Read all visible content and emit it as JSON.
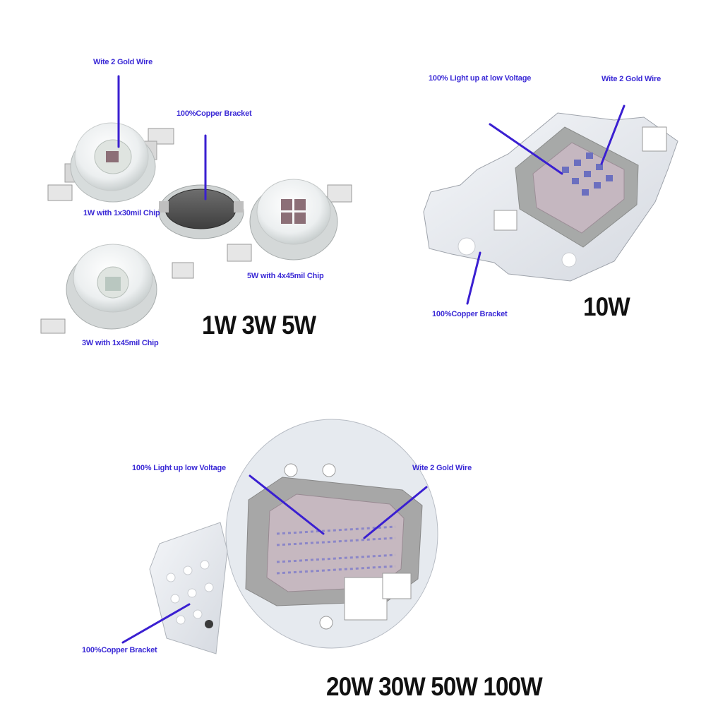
{
  "colors": {
    "callout_text": "#3b2ad6",
    "leader_line": "#3a1fd1",
    "title_text": "#111111",
    "aluminum": "#e3e6ec",
    "gray_frame": "#a9aaa9",
    "chip_blue": "#5a5fb0"
  },
  "groups": {
    "small": {
      "title": "1W 3W 5W",
      "callouts": {
        "gold_wire": "Wite 2 Gold Wire",
        "copper": "100%Copper Bracket",
        "chip_1w": "1W with 1x30mil Chip",
        "chip_5w": "5W with 4x45mil Chip",
        "chip_3w": "3W with 1x45mil Chip"
      }
    },
    "ten": {
      "title": "10W",
      "callouts": {
        "light": "100% Light up at low Voltage",
        "gold_wire": "Wite 2 Gold Wire",
        "copper": "100%Copper Bracket"
      }
    },
    "cob": {
      "title": "20W 30W 50W 100W",
      "callouts": {
        "light": "100% Light up low Voltage",
        "gold_wire": "Wite 2 Gold Wire",
        "copper": "100%Copper Bracket"
      }
    }
  }
}
